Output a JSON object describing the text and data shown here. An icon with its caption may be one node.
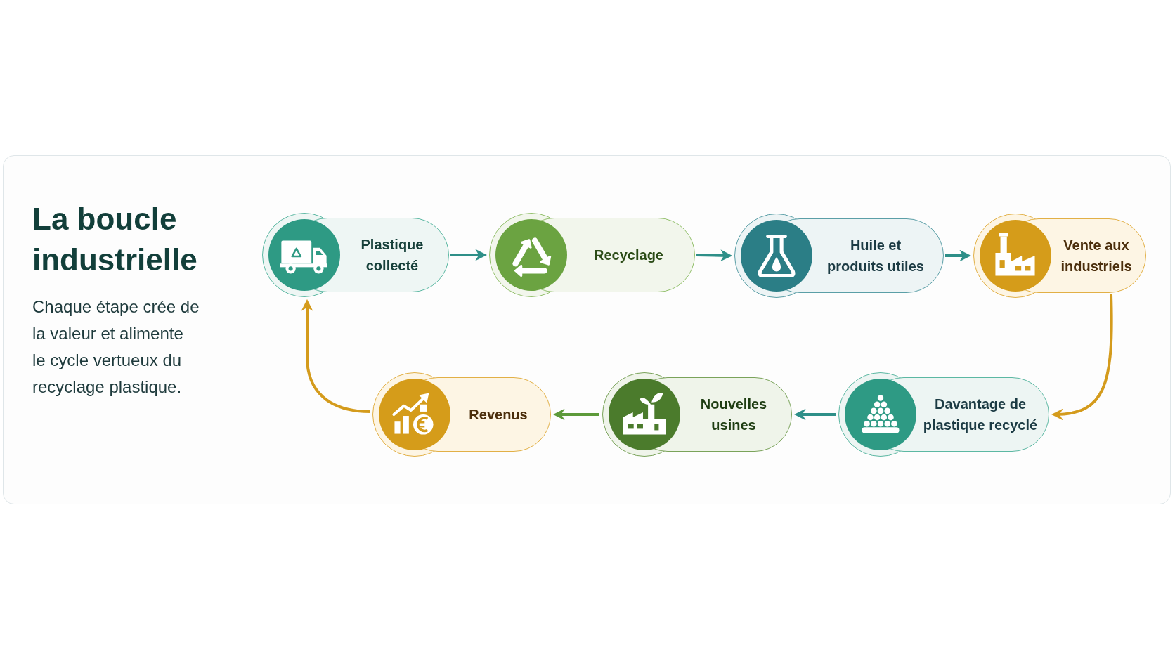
{
  "diagram": {
    "title": "La boucle industrielle",
    "caption": "Chaque étape crée de la valeur et alimente le cycle vertueux du recyclage plastique.",
    "nodes": [
      {
        "text": [
          "Plastique collecté"
        ]
      },
      {
        "text": [
          "Recyclage"
        ]
      },
      {
        "text": [
          "Huile et produits utiles"
        ]
      },
      {
        "text": [
          "Vente aux industriels"
        ]
      },
      {
        "text": [
          "Revenus"
        ]
      },
      {
        "text": [
          "Nouvelles usines"
        ]
      },
      {
        "text": [
          "Davantage de plastique recyclé"
        ]
      }
    ],
    "edges": [
      {
        "from": 0,
        "to": 1,
        "arrow": "to"
      },
      {
        "from": 1,
        "to": 2,
        "arrow": "to"
      },
      {
        "from": 2,
        "to": 3,
        "arrow": "to"
      },
      {
        "from": 3,
        "to": 6,
        "arrow": "to",
        "color": "#d49b1c"
      },
      {
        "from": 6,
        "to": 5,
        "arrow": "to"
      },
      {
        "from": 5,
        "to": 4,
        "arrow": "to",
        "color": "#5d9a3a"
      },
      {
        "from": 4,
        "to": 0,
        "arrow": "to",
        "color": "#d49b1c"
      }
    ]
  }
}
